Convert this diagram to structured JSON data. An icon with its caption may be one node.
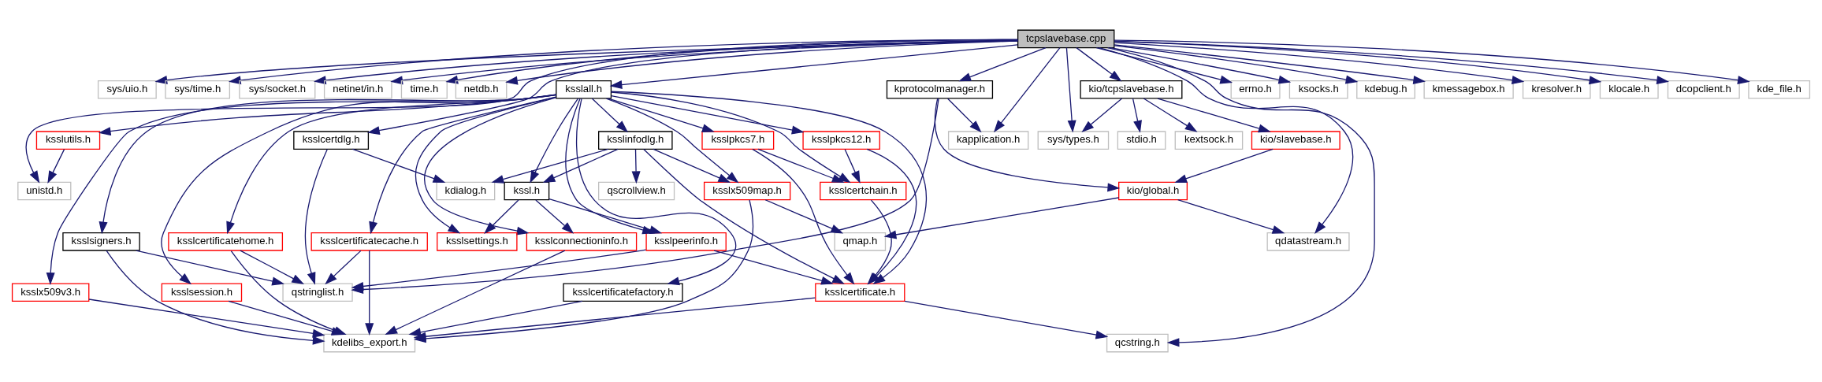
{
  "diagram": {
    "nodes": [
      {
        "text": [
          "tcpslavebase.cpp"
        ]
      },
      {
        "text": [
          "sys/uio.h"
        ]
      },
      {
        "text": [
          "sys/time.h"
        ]
      },
      {
        "text": [
          "sys/socket.h"
        ]
      },
      {
        "text": [
          "netinet/in.h"
        ]
      },
      {
        "text": [
          "time.h"
        ]
      },
      {
        "text": [
          "netdb.h"
        ]
      },
      {
        "text": [
          "ksslall.h"
        ]
      },
      {
        "text": [
          "errno.h"
        ]
      },
      {
        "text": [
          "ksocks.h"
        ]
      },
      {
        "text": [
          "kdebug.h"
        ]
      },
      {
        "text": [
          "kprotocolmanager.h"
        ]
      },
      {
        "text": [
          "kmessagebox.h"
        ]
      },
      {
        "text": [
          "kresolver.h"
        ]
      },
      {
        "text": [
          "klocale.h"
        ]
      },
      {
        "text": [
          "dcopclient.h"
        ]
      },
      {
        "text": [
          "kio/tcpslavebase.h"
        ]
      },
      {
        "text": [
          "kde_file.h"
        ]
      },
      {
        "text": [
          "ksslutils.h"
        ]
      },
      {
        "text": [
          "ksslcertdlg.h"
        ]
      },
      {
        "text": [
          "ksslinfodlg.h"
        ]
      },
      {
        "text": [
          "ksslpkcs7.h"
        ]
      },
      {
        "text": [
          "ksslpkcs12.h"
        ]
      },
      {
        "text": [
          "kapplication.h"
        ]
      },
      {
        "text": [
          "sys/types.h"
        ]
      },
      {
        "text": [
          "kio/slavebase.h"
        ]
      },
      {
        "text": [
          "kextsock.h"
        ]
      },
      {
        "text": [
          "stdio.h"
        ]
      },
      {
        "text": [
          "unistd.h"
        ]
      },
      {
        "text": [
          "kssl.h"
        ]
      },
      {
        "text": [
          "kdialog.h"
        ]
      },
      {
        "text": [
          "qscrollview.h"
        ]
      },
      {
        "text": [
          "ksslx509map.h"
        ]
      },
      {
        "text": [
          "ksslcertchain.h"
        ]
      },
      {
        "text": [
          "kio/global.h"
        ]
      },
      {
        "text": [
          "ksslsigners.h"
        ]
      },
      {
        "text": [
          "ksslcertificatehome.h"
        ]
      },
      {
        "text": [
          "ksslconnectioninfo.h"
        ]
      },
      {
        "text": [
          "ksslcertificatecache.h"
        ]
      },
      {
        "text": [
          "ksslsettings.h"
        ]
      },
      {
        "text": [
          "ksslpeerinfo.h"
        ]
      },
      {
        "text": [
          "qmap.h"
        ]
      },
      {
        "text": [
          "qdatastream.h"
        ]
      },
      {
        "text": [
          "ksslsession.h"
        ]
      },
      {
        "text": [
          "ksslcertificatefactory.h"
        ]
      },
      {
        "text": [
          "ksslx509v3.h"
        ]
      },
      {
        "text": [
          "qstringlist.h"
        ]
      },
      {
        "text": [
          "ksslcertificate.h"
        ]
      },
      {
        "text": [
          "kdelibs_export.h"
        ]
      },
      {
        "text": [
          "qcstring.h"
        ]
      }
    ],
    "edges": [
      {
        "from": 0,
        "to": 1,
        "arrow": "to"
      },
      {
        "from": 0,
        "to": 2,
        "arrow": "to"
      },
      {
        "from": 0,
        "to": 3,
        "arrow": "to"
      },
      {
        "from": 0,
        "to": 4,
        "arrow": "to"
      },
      {
        "from": 0,
        "to": 5,
        "arrow": "to"
      },
      {
        "from": 0,
        "to": 6,
        "arrow": "to"
      },
      {
        "from": 0,
        "to": 7,
        "arrow": "to"
      },
      {
        "from": 0,
        "to": 8,
        "arrow": "to"
      },
      {
        "from": 0,
        "to": 9,
        "arrow": "to"
      },
      {
        "from": 0,
        "to": 10,
        "arrow": "to"
      },
      {
        "from": 0,
        "to": 11,
        "arrow": "to"
      },
      {
        "from": 0,
        "to": 12,
        "arrow": "to"
      },
      {
        "from": 0,
        "to": 13,
        "arrow": "to"
      },
      {
        "from": 0,
        "to": 14,
        "arrow": "to"
      },
      {
        "from": 0,
        "to": 15,
        "arrow": "to"
      },
      {
        "from": 0,
        "to": 16,
        "arrow": "to"
      },
      {
        "from": 0,
        "to": 17,
        "arrow": "to"
      },
      {
        "from": 0,
        "to": 28,
        "arrow": "to"
      },
      {
        "from": 0,
        "to": 19,
        "arrow": "to"
      },
      {
        "from": 0,
        "to": 24,
        "arrow": "to"
      },
      {
        "from": 0,
        "to": 23,
        "arrow": "to"
      },
      {
        "from": 0,
        "to": 42,
        "arrow": "to"
      },
      {
        "from": 0,
        "to": 49,
        "arrow": "to"
      },
      {
        "from": 7,
        "to": 18,
        "arrow": "to"
      },
      {
        "from": 7,
        "to": 29,
        "arrow": "to"
      },
      {
        "from": 7,
        "to": 20,
        "arrow": "to"
      },
      {
        "from": 7,
        "to": 21,
        "arrow": "to"
      },
      {
        "from": 7,
        "to": 22,
        "arrow": "to"
      },
      {
        "from": 7,
        "to": 32,
        "arrow": "to"
      },
      {
        "from": 7,
        "to": 33,
        "arrow": "to"
      },
      {
        "from": 7,
        "to": 47,
        "arrow": "to"
      },
      {
        "from": 7,
        "to": 35,
        "arrow": "to"
      },
      {
        "from": 7,
        "to": 36,
        "arrow": "to"
      },
      {
        "from": 7,
        "to": 37,
        "arrow": "to"
      },
      {
        "from": 7,
        "to": 38,
        "arrow": "to"
      },
      {
        "from": 7,
        "to": 39,
        "arrow": "to"
      },
      {
        "from": 7,
        "to": 40,
        "arrow": "to"
      },
      {
        "from": 7,
        "to": 43,
        "arrow": "to"
      },
      {
        "from": 7,
        "to": 44,
        "arrow": "to"
      },
      {
        "from": 7,
        "to": 45,
        "arrow": "to"
      },
      {
        "from": 11,
        "to": 23,
        "arrow": "to"
      },
      {
        "from": 11,
        "to": 34,
        "arrow": "to"
      },
      {
        "from": 11,
        "to": 46,
        "arrow": "to"
      },
      {
        "from": 16,
        "to": 24,
        "arrow": "to"
      },
      {
        "from": 16,
        "to": 25,
        "arrow": "to"
      },
      {
        "from": 16,
        "to": 26,
        "arrow": "to"
      },
      {
        "from": 16,
        "to": 27,
        "arrow": "to"
      },
      {
        "from": 18,
        "to": 28,
        "arrow": "to"
      },
      {
        "from": 19,
        "to": 30,
        "arrow": "to"
      },
      {
        "from": 19,
        "to": 46,
        "arrow": "to"
      },
      {
        "from": 20,
        "to": 29,
        "arrow": "to"
      },
      {
        "from": 20,
        "to": 30,
        "arrow": "to"
      },
      {
        "from": 20,
        "to": 31,
        "arrow": "to"
      },
      {
        "from": 20,
        "to": 32,
        "arrow": "to"
      },
      {
        "from": 20,
        "to": 47,
        "arrow": "to"
      },
      {
        "from": 21,
        "to": 33,
        "arrow": "to"
      },
      {
        "from": 21,
        "to": 47,
        "arrow": "to"
      },
      {
        "from": 22,
        "to": 33,
        "arrow": "to"
      },
      {
        "from": 22,
        "to": 47,
        "arrow": "to"
      },
      {
        "from": 25,
        "to": 34,
        "arrow": "to"
      },
      {
        "from": 29,
        "to": 37,
        "arrow": "to"
      },
      {
        "from": 29,
        "to": 39,
        "arrow": "to"
      },
      {
        "from": 29,
        "to": 40,
        "arrow": "to"
      },
      {
        "from": 32,
        "to": 41,
        "arrow": "to"
      },
      {
        "from": 32,
        "to": 48,
        "arrow": "to"
      },
      {
        "from": 33,
        "to": 47,
        "arrow": "to"
      },
      {
        "from": 34,
        "to": 41,
        "arrow": "to"
      },
      {
        "from": 34,
        "to": 42,
        "arrow": "to"
      },
      {
        "from": 35,
        "to": 46,
        "arrow": "to"
      },
      {
        "from": 35,
        "to": 48,
        "arrow": "to"
      },
      {
        "from": 36,
        "to": 46,
        "arrow": "to"
      },
      {
        "from": 36,
        "to": 48,
        "arrow": "to"
      },
      {
        "from": 37,
        "to": 48,
        "arrow": "to"
      },
      {
        "from": 38,
        "to": 46,
        "arrow": "to"
      },
      {
        "from": 38,
        "to": 48,
        "arrow": "to"
      },
      {
        "from": 40,
        "to": 46,
        "arrow": "to"
      },
      {
        "from": 40,
        "to": 47,
        "arrow": "to"
      },
      {
        "from": 43,
        "to": 48,
        "arrow": "to"
      },
      {
        "from": 44,
        "to": 48,
        "arrow": "to"
      },
      {
        "from": 45,
        "to": 48,
        "arrow": "to"
      },
      {
        "from": 47,
        "to": 48,
        "arrow": "to"
      },
      {
        "from": 47,
        "to": 49,
        "arrow": "to"
      }
    ]
  }
}
